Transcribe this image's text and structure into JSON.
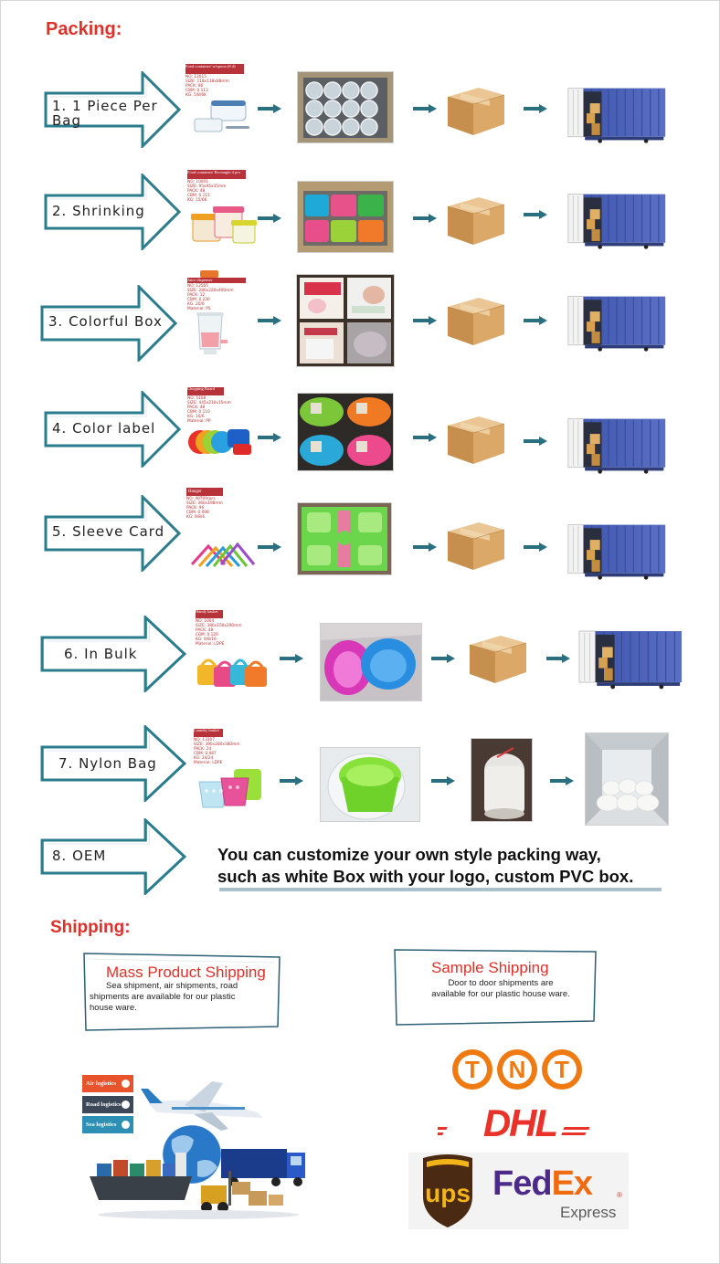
{
  "packing": {
    "title": "Packing:",
    "steps": [
      {
        "label_lines": [
          "1. 1 Piece Per",
          "Bag"
        ],
        "product_card": {
          "title": "Food container/ w/spoon (8.4)",
          "lines": [
            "NO: 12015",
            "SIZE: 118x118x88mm",
            "PACK: 96",
            "CBM: 0.113",
            "KG: 5/8/6K"
          ]
        }
      },
      {
        "label_lines": [
          "2. Shrinking"
        ],
        "product_card": {
          "title": "Food container/ Rectangle 4 pcs",
          "lines": [
            "NO: 10001",
            "SIZE: 95x95x35mm",
            "PACK: 48",
            "CBM: 0.115",
            "KG: 15/6K"
          ]
        }
      },
      {
        "label_lines": [
          "3. Colorful Box"
        ],
        "product_card": {
          "title": "Juice dispenser",
          "lines": [
            "NO: 12565",
            "SIZE: 280x220x400mm",
            "PACK: 12",
            "CBM: 0.230",
            "KG: 20/6",
            "Material: PS"
          ]
        }
      },
      {
        "label_lines": [
          "4. Color label"
        ],
        "product_card": {
          "title": "Chopping Board",
          "lines": [
            "NO: 5108",
            "SIZE: 445x210x15mm",
            "PACK: 48",
            "CBM: 0.110",
            "KG: 16/6",
            "Material: PP"
          ]
        }
      },
      {
        "label_lines": [
          "5. Sleeve Card"
        ],
        "product_card": {
          "title": "Hanger",
          "lines": [
            "NO: 40709/pcs",
            "SIZE: 360x198mm",
            "PACK: 96",
            "CBM: 0.098",
            "KG: 9/8/6"
          ]
        }
      },
      {
        "label_lines": [
          "6. In Bulk"
        ],
        "product_card": {
          "title": "Handy basket",
          "lines": [
            "NO: 1004",
            "SIZE: 380x150x290mm",
            "PACK: 48",
            "CBM: 0.120",
            "KG: 9/8/16",
            "Material: LDPE"
          ]
        }
      },
      {
        "label_lines": [
          "7. Nylon Bag"
        ],
        "product_card": {
          "title": "Laundry basket",
          "lines": [
            "NO: 13307",
            "SIZE: 390x280x380mm",
            "PACK: 24",
            "CBM: 0.087",
            "KG: 24/24",
            "Material: LDPE"
          ]
        }
      },
      {
        "label_lines": [
          "8. OEM"
        ]
      }
    ],
    "oem_text": [
      "You can customize your own style packing way,",
      "such as white Box with your logo, custom PVC box."
    ]
  },
  "shipping": {
    "title": "Shipping:",
    "mass": {
      "title": "Mass Product Shipping",
      "desc": [
        "Sea shipment, air shipments, road",
        "shipments are available for our plastic",
        "house ware."
      ]
    },
    "sample": {
      "title": "Sample Shipping",
      "desc": [
        "Door to door shipments are",
        "available for our  plastic house ware."
      ]
    },
    "logistics_buttons": [
      {
        "label": "Air logistics",
        "color": "#e8532c"
      },
      {
        "label": "Road logistics",
        "color": "#3c4757"
      },
      {
        "label": "Sea logistics",
        "color": "#2d8fb3"
      }
    ],
    "carriers": {
      "tnt": [
        "T",
        "N",
        "T"
      ],
      "dhl": "DHL",
      "ups": "ups",
      "fedex_fed": "Fed",
      "fedex_ex": "Ex",
      "fedex_sub": "Express",
      "registered": "®"
    }
  },
  "colors": {
    "accent_red": "#e0302a",
    "arrow_teal": "#2a7d8c",
    "container_blue": "#4a5fb5",
    "box_brown": "#d2a062"
  }
}
